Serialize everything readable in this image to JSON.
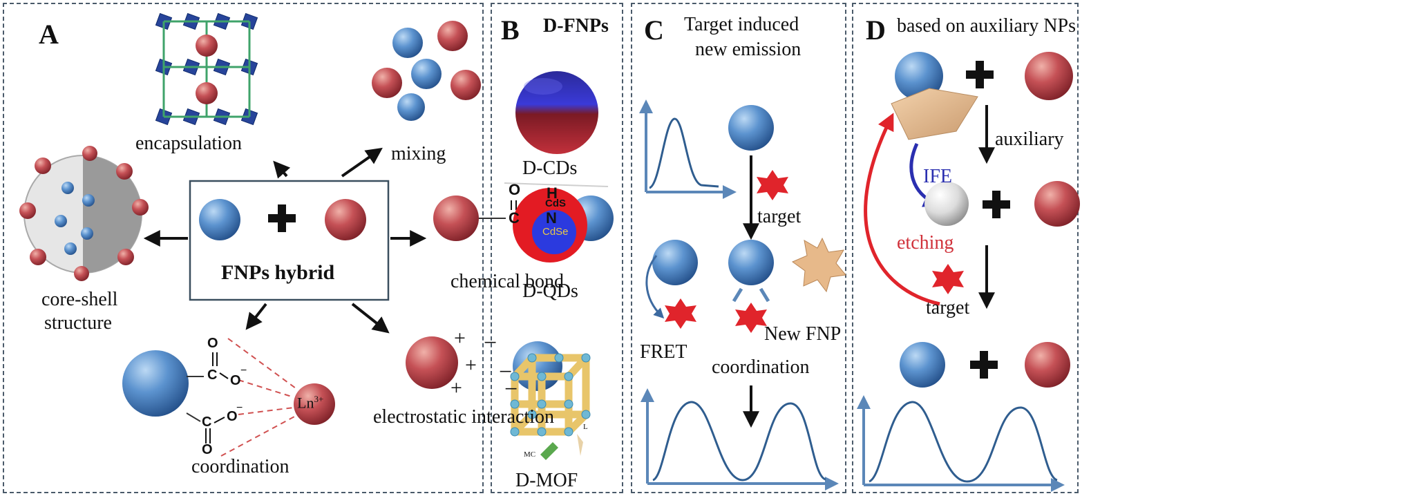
{
  "panels": {
    "a": {
      "letter": "A",
      "hub_label": "FNPs hybrid",
      "labels": {
        "encapsulation": "encapsulation",
        "mixing": "mixing",
        "core_shell": [
          "core-shell",
          "structure"
        ],
        "chemical_bond": "chemical bond",
        "coordination": "coordination",
        "electrostatic": "electrostatic interaction"
      },
      "chem": {
        "carbonyl_o": "O",
        "carbon": "C",
        "nh_h": "H",
        "nh_n": "N",
        "charge_minus": "−",
        "ion": "Ln",
        "ion_sup": "3+",
        "plus": "+",
        "minus": "−"
      }
    },
    "b": {
      "letter": "B",
      "title": "D-FNPs",
      "labels": {
        "cds": "D-CDs",
        "qds": "D-QDs",
        "mof": "D-MOF"
      },
      "qd_shell": "CdS",
      "qd_core": "CdSe",
      "mof_tags": {
        "mc": "MC",
        "l": "L"
      }
    },
    "c": {
      "letter": "C",
      "title": [
        "Target induced",
        "new emission"
      ],
      "labels": {
        "target": "target",
        "fret": "FRET",
        "coordination": "coordination",
        "new_fnp": "New FNP"
      }
    },
    "d": {
      "letter": "D",
      "title": "based on auxiliary NPs",
      "labels": {
        "auxiliary": "auxiliary",
        "ife": "IFE",
        "etching": "etching",
        "target": "target"
      }
    }
  },
  "colors": {
    "blue_np": "#4f86c6",
    "red_np": "#c0474b",
    "frame": "#4a5a6a",
    "axis": "#5b87b8",
    "target_star": "#e0242b",
    "new_fnp_star": "#e7b98a",
    "ife_arrow": "#2a2fb0",
    "etching_arrow": "#e0242b",
    "etching_text": "#d0313a",
    "mof_frame": "#e8c56a",
    "mof_node": "#6fb8d4"
  }
}
